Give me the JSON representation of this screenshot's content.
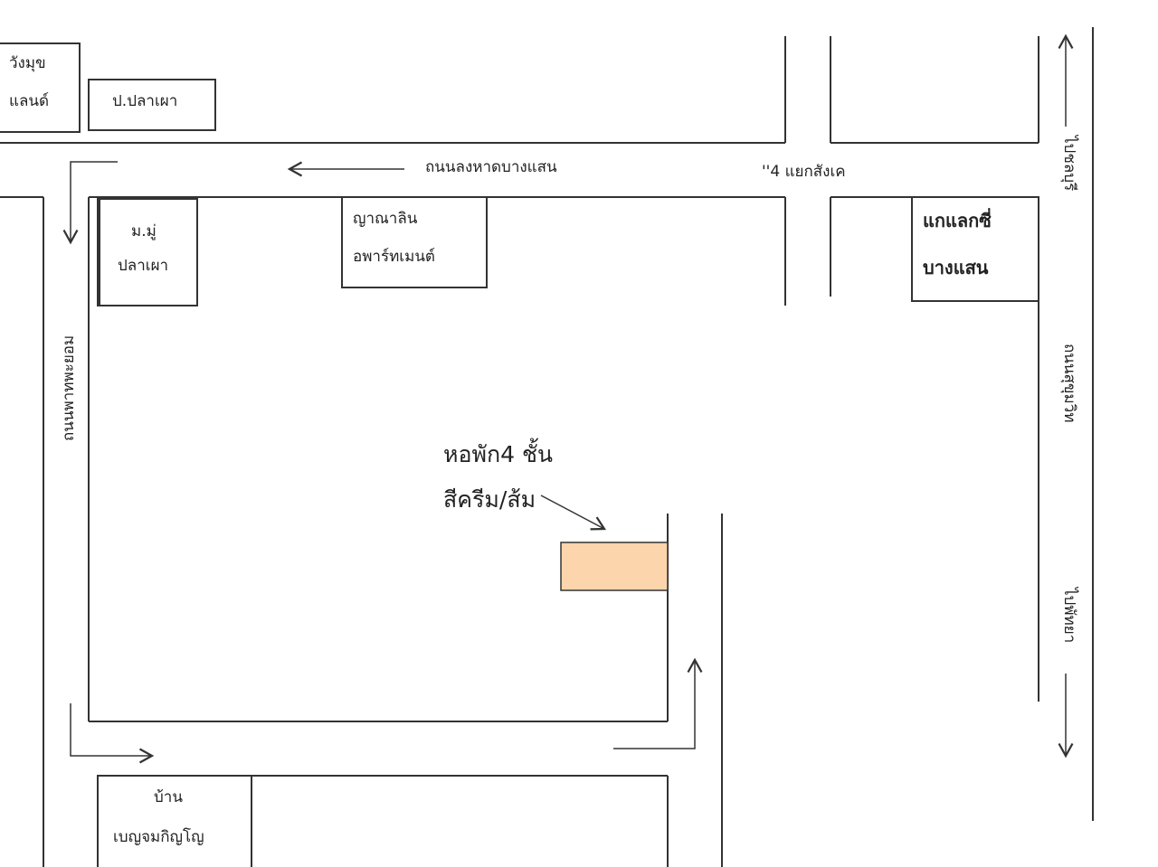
{
  "places": {
    "wangmuk_land": [
      "วังมุข",
      "แลนด์"
    ],
    "por_plapao": "ป.ปลาเผา",
    "moo_plapao": [
      "ม.มู่",
      "ปลาเผา"
    ],
    "yanalin": [
      "ญาณาลิน",
      "อพาร์ทเมนต์"
    ],
    "galaxy": [
      "แกแลกซี่",
      "บางแสน"
    ],
    "benjamakinyo": [
      "บ้าน",
      "เบญจมกิญโญ"
    ]
  },
  "roads": {
    "to_beach": "ถนนลงหาดบางแสน",
    "intersection": "''4 แยกสังเค",
    "left_road": "ถนนพาทพะยอม",
    "sukhumvit": "ถนนสุขุมวิท",
    "to_chonburi": "ไปชลบุรี",
    "to_pattaya": "ไปพัทยา"
  },
  "destination": {
    "line1": "หอพัก4 ชั้น",
    "line2": "สีครีม/ส้ม",
    "color": "#fcd5ac"
  }
}
